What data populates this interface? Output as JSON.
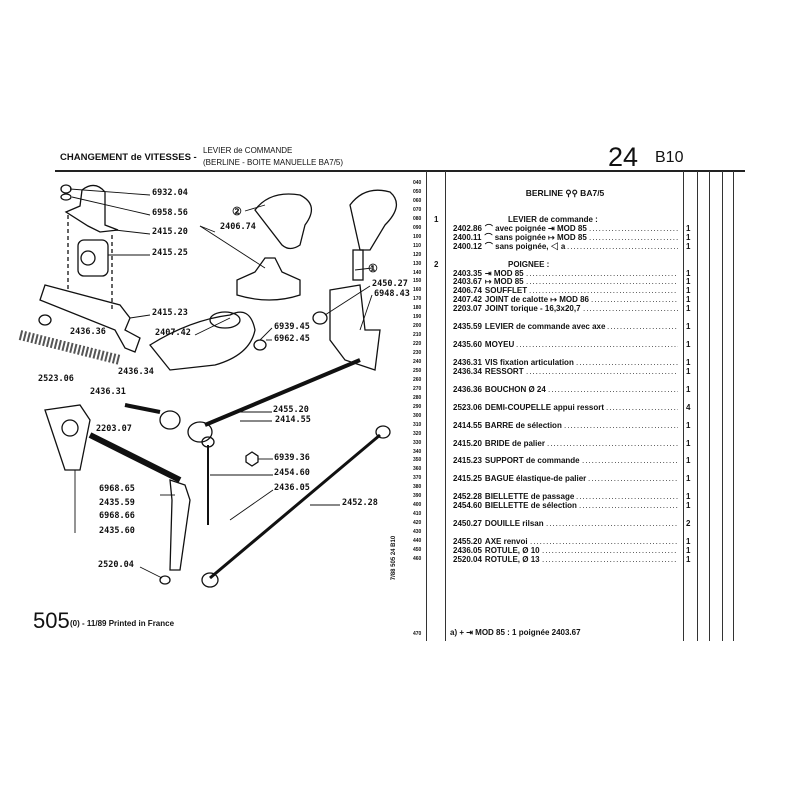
{
  "header": {
    "title": "CHANGEMENT de VITESSES -",
    "subtitle_line1": "LEVIER de COMMANDE",
    "subtitle_line2": "(BERLINE - BOITE MANUELLE BA7/5)",
    "page_number": "24",
    "section": "B10"
  },
  "table": {
    "heading": "BERLINE ⚲⚲ BA7/5",
    "line_numbers": [
      "040",
      "050",
      "060",
      "070",
      "080",
      "090",
      "100",
      "110",
      "120",
      "130",
      "140",
      "150",
      "160",
      "170",
      "180",
      "190",
      "200",
      "210",
      "220",
      "230",
      "240",
      "250",
      "260",
      "270",
      "280",
      "290",
      "300",
      "310",
      "320",
      "330",
      "340",
      "350",
      "360",
      "370",
      "380",
      "390",
      "400",
      "410",
      "420",
      "430",
      "440",
      "450",
      "460"
    ],
    "groups": [
      {
        "line": 80,
        "index": "1",
        "label": "LEVIER de commande :"
      },
      {
        "line": 130,
        "index": "2",
        "label": "POIGNEE :"
      }
    ],
    "rows": [
      {
        "line": 90,
        "ref": "2402.86",
        "desc": "⌒ avec poignée ⇥ MOD 85",
        "qty": "1"
      },
      {
        "line": 100,
        "ref": "2400.11",
        "desc": "⌒ sans poignée ↦ MOD 85",
        "qty": "1"
      },
      {
        "line": 110,
        "ref": "2400.12",
        "desc": "⌒ sans poignée, ◁ a",
        "qty": "1"
      },
      {
        "line": 140,
        "ref": "2403.35",
        "desc": "⇥ MOD 85",
        "qty": "1"
      },
      {
        "line": 150,
        "ref": "2403.67",
        "desc": "↦ MOD 85",
        "qty": "1"
      },
      {
        "line": 160,
        "ref": "2406.74",
        "desc": "SOUFFLET",
        "qty": "1"
      },
      {
        "line": 170,
        "ref": "2407.42",
        "desc": "JOINT de calotte ↦ MOD 86",
        "qty": "1"
      },
      {
        "line": 180,
        "ref": "2203.07",
        "desc": "JOINT torique - 16,3x20,7",
        "qty": "1"
      },
      {
        "line": 200,
        "ref": "2435.59",
        "desc": "LEVIER de commande avec axe",
        "qty": "1"
      },
      {
        "line": 220,
        "ref": "2435.60",
        "desc": "MOYEU",
        "qty": "1"
      },
      {
        "line": 240,
        "ref": "2436.31",
        "desc": "VIS fixation articulation",
        "qty": "1"
      },
      {
        "line": 250,
        "ref": "2436.34",
        "desc": "RESSORT",
        "qty": "1"
      },
      {
        "line": 270,
        "ref": "2436.36",
        "desc": "BOUCHON Ø 24",
        "qty": "1"
      },
      {
        "line": 290,
        "ref": "2523.06",
        "desc": "DEMI-COUPELLE appui ressort",
        "qty": "4"
      },
      {
        "line": 310,
        "ref": "2414.55",
        "desc": "BARRE de sélection",
        "qty": "1"
      },
      {
        "line": 330,
        "ref": "2415.20",
        "desc": "BRIDE de palier",
        "qty": "1"
      },
      {
        "line": 350,
        "ref": "2415.23",
        "desc": "SUPPORT de commande",
        "qty": "1"
      },
      {
        "line": 370,
        "ref": "2415.25",
        "desc": "BAGUE élastique-de palier",
        "qty": "1"
      },
      {
        "line": 390,
        "ref": "2452.28",
        "desc": "BIELLETTE de passage",
        "qty": "1"
      },
      {
        "line": 400,
        "ref": "2454.60",
        "desc": "BIELLETTE de sélection",
        "qty": "1"
      },
      {
        "line": 420,
        "ref": "2450.27",
        "desc": "DOUILLE rilsan",
        "qty": "2"
      },
      {
        "line": 440,
        "ref": "2455.20",
        "desc": "AXE renvoi",
        "qty": "1"
      },
      {
        "line": 450,
        "ref": "2436.05",
        "desc": "ROTULE, Ø 10",
        "qty": "1"
      },
      {
        "line": 460,
        "ref": "2520.04",
        "desc": "ROTULE, Ø 13",
        "qty": "1"
      }
    ],
    "footnote_line": "470",
    "footnote": "a) + ⇥ MOD 85 : 1 poignée 2403.67"
  },
  "diagram": {
    "callouts": [
      "②",
      "①"
    ],
    "labels": [
      "6932.04",
      "6958.56",
      "2415.20",
      "2415.25",
      "2415.23",
      "2436.36",
      "2407.42",
      "2406.74",
      "2436.34",
      "2523.06",
      "2450.27",
      "6948.43",
      "6939.45",
      "6962.45",
      "2436.31",
      "2455.20",
      "2414.55",
      "2203.07",
      "6939.36",
      "2454.60",
      "2436.05",
      "2452.28",
      "6968.65",
      "2435.59",
      "6968.66",
      "2435.60",
      "2520.04"
    ],
    "plate_code": "7/88 505 24 B10"
  },
  "footer": {
    "model": "505",
    "edition": "(0) - 11/89 Printed in France"
  }
}
